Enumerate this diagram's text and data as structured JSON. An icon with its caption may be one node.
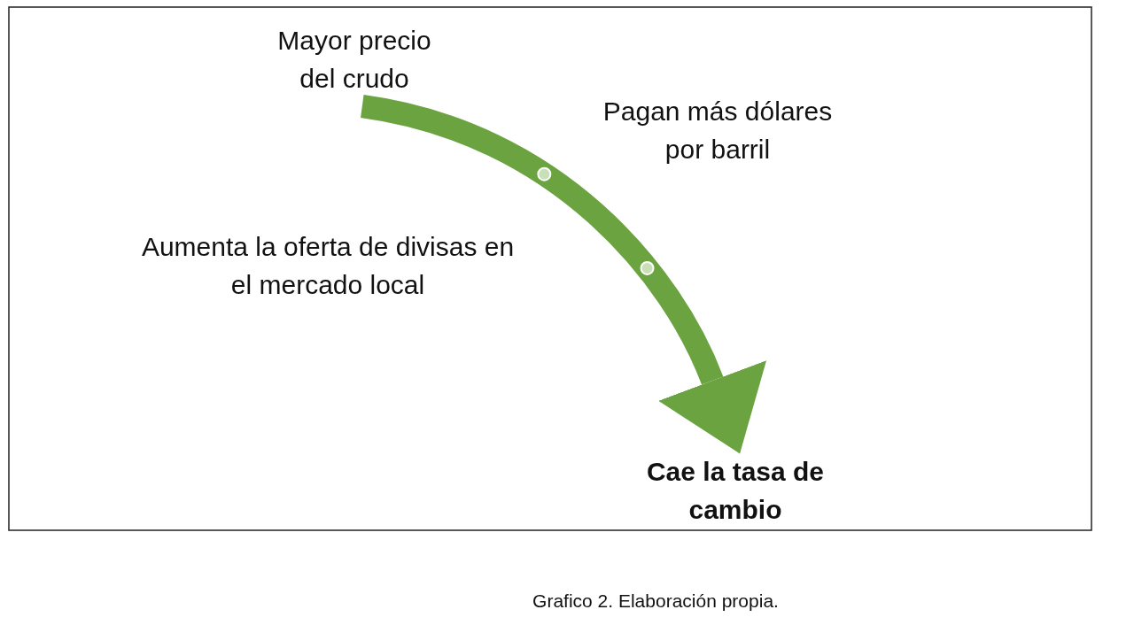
{
  "diagram": {
    "caption": "Grafico 2. Elaboración propia.",
    "nodes": [
      {
        "text": [
          "Mayor precio del crudo"
        ]
      },
      {
        "text": [
          "Cae la tasa de cambio"
        ]
      }
    ],
    "edges": [
      {
        "from": 0,
        "to": 1,
        "arrow": "to",
        "color": "#6aa33f"
      }
    ],
    "labels": [
      "Pagan más dólares por barril",
      "Aumenta la oferta de divisas en el mercado local"
    ]
  }
}
